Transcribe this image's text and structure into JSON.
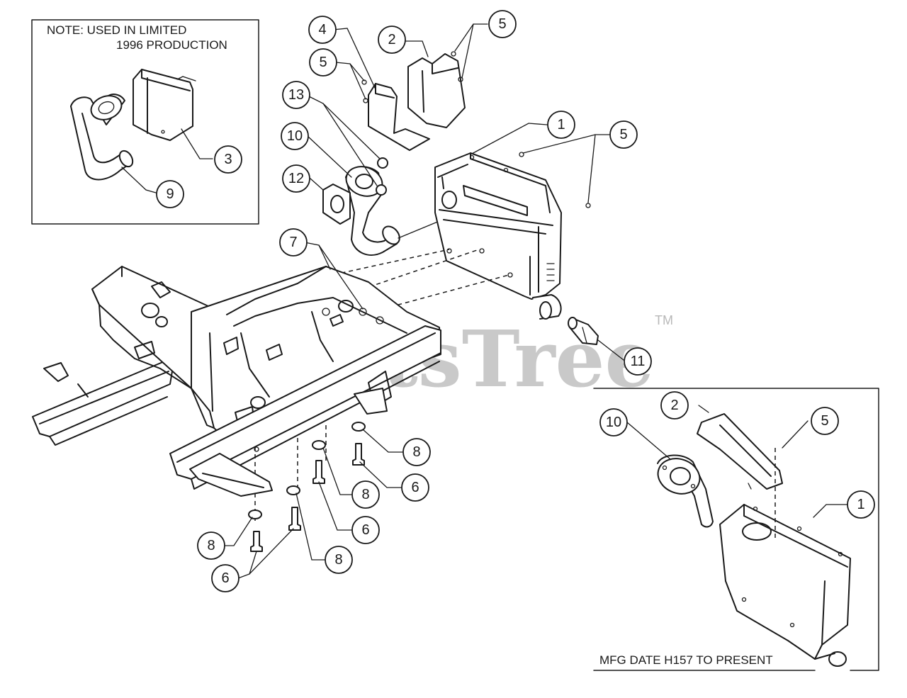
{
  "insets": {
    "top_left_note_line1": "NOTE:  USED IN LIMITED",
    "top_left_note_line2": "1996 PRODUCTION",
    "bottom_right_note": "MFG DATE H157 TO PRESENT"
  },
  "watermark": {
    "text": "PartsTree",
    "trademark": "TM"
  },
  "callouts": [
    {
      "id": "c4a",
      "label": "4"
    },
    {
      "id": "c2a",
      "label": "2"
    },
    {
      "id": "c5a",
      "label": "5"
    },
    {
      "id": "c5b",
      "label": "5"
    },
    {
      "id": "c13",
      "label": "13"
    },
    {
      "id": "c1a",
      "label": "1"
    },
    {
      "id": "c5c",
      "label": "5"
    },
    {
      "id": "c10a",
      "label": "10"
    },
    {
      "id": "c12",
      "label": "12"
    },
    {
      "id": "c3",
      "label": "3"
    },
    {
      "id": "c9",
      "label": "9"
    },
    {
      "id": "c7",
      "label": "7"
    },
    {
      "id": "c11",
      "label": "11"
    },
    {
      "id": "c8a",
      "label": "8"
    },
    {
      "id": "c6a",
      "label": "6"
    },
    {
      "id": "c8b",
      "label": "8"
    },
    {
      "id": "c6b",
      "label": "6"
    },
    {
      "id": "c8c",
      "label": "8"
    },
    {
      "id": "c8d",
      "label": "8"
    },
    {
      "id": "c6c",
      "label": "6"
    },
    {
      "id": "c2b",
      "label": "2"
    },
    {
      "id": "c5d",
      "label": "5"
    },
    {
      "id": "c10b",
      "label": "10"
    },
    {
      "id": "c1b",
      "label": "1"
    }
  ]
}
